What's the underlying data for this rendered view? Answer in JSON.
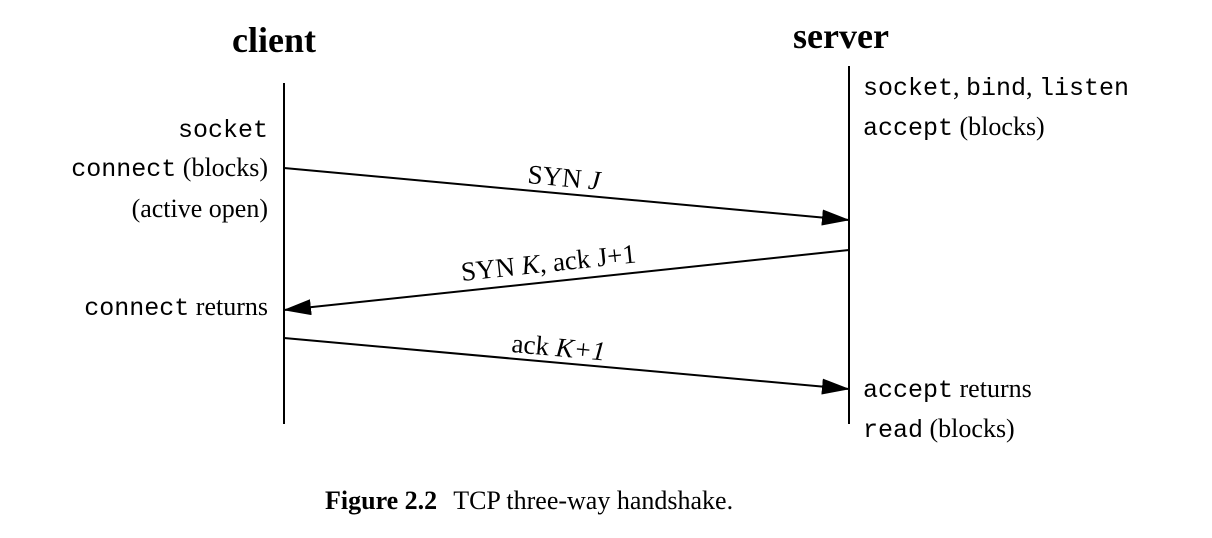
{
  "headers": {
    "client": "client",
    "server": "server"
  },
  "client_notes": {
    "socket": "socket",
    "connect_mono": "connect",
    "connect_text": " (blocks)",
    "active_open": "(active open)",
    "connect_returns_mono": "connect",
    "connect_returns_text": " returns"
  },
  "server_notes": {
    "line1_a": "socket",
    "line1_b": ", ",
    "line1_c": "bind",
    "line1_d": ", ",
    "line1_e": "listen",
    "accept_mono": "accept",
    "accept_text": " (blocks)",
    "accept_returns_mono": "accept",
    "accept_returns_text": " returns",
    "read_mono": "read",
    "read_text": " (blocks)"
  },
  "messages": {
    "syn_j_a": "SYN ",
    "syn_j_b": "J",
    "synack_a": "SYN ",
    "synack_b": "K",
    "synack_c": ", ack J+1",
    "ack_a": "ack ",
    "ack_b": "K+1"
  },
  "caption": {
    "label": "Figure 2.2",
    "text": "TCP three-way handshake."
  }
}
